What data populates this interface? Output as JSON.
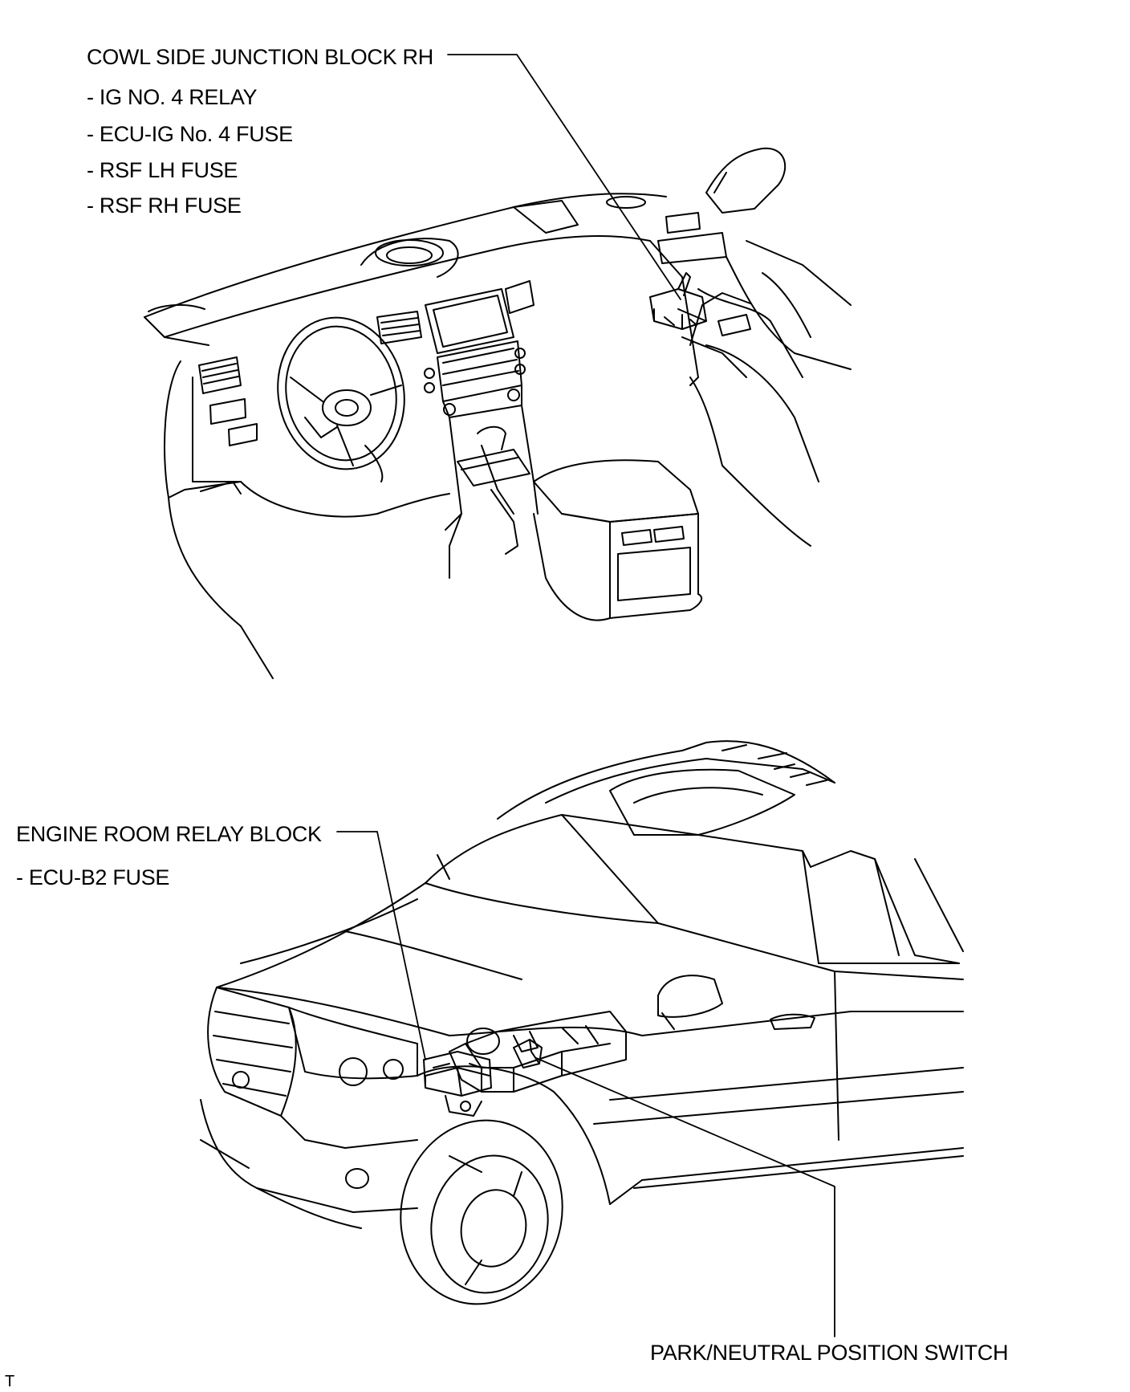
{
  "labels": {
    "cowl_title": "COWL SIDE JUNCTION BLOCK RH",
    "cowl_items": [
      "- IG NO. 4 RELAY",
      "- ECU-IG No. 4 FUSE",
      "- RSF LH FUSE",
      "- RSF RH FUSE"
    ],
    "engine_title": "ENGINE ROOM RELAY BLOCK",
    "engine_items": [
      "- ECU-B2 FUSE"
    ],
    "switch_label": "PARK/NEUTRAL POSITION SWITCH",
    "corner_mark": "T"
  },
  "colors": {
    "line": "#000000",
    "background": "#ffffff"
  },
  "illustrations": [
    "vehicle-interior-dashboard-illustration",
    "vehicle-exterior-front-illustration"
  ]
}
